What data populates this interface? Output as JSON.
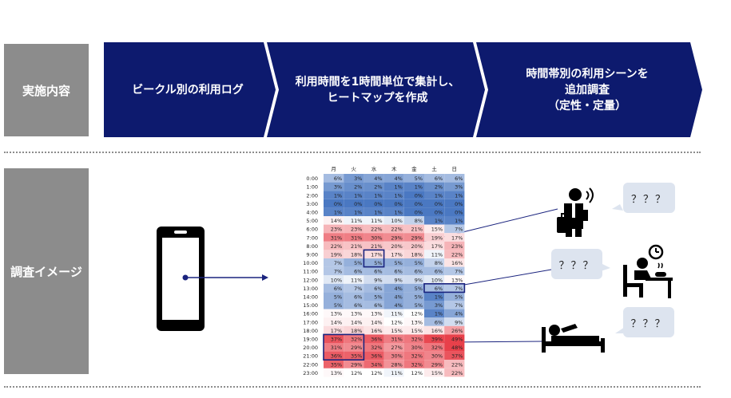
{
  "header": {
    "row_label": "実施内容",
    "steps": [
      {
        "lines": [
          "ビークル別の利用ログ"
        ]
      },
      {
        "lines": [
          "利用時間を1時間単位で集計し、",
          "ヒートマップを作成"
        ]
      },
      {
        "lines": [
          "時間帯別の利用シーンを",
          "追加調査",
          "（定性・定量）"
        ]
      }
    ],
    "color": "#0d1a6e"
  },
  "image_section": {
    "row_label": "調査イメージ",
    "bubbles": [
      "？？？",
      "？？？",
      "？？？"
    ],
    "line_color": "#1a237e"
  },
  "chart_data": {
    "type": "heatmap",
    "columns": [
      "月",
      "火",
      "水",
      "木",
      "金",
      "土",
      "日"
    ],
    "rows": [
      "0:00",
      "1:00",
      "2:00",
      "3:00",
      "4:00",
      "5:00",
      "6:00",
      "7:00",
      "8:00",
      "9:00",
      "10:00",
      "11:00",
      "12:00",
      "13:00",
      "14:00",
      "15:00",
      "16:00",
      "17:00",
      "18:00",
      "19:00",
      "20:00",
      "21:00",
      "22:00",
      "23:00"
    ],
    "values": [
      [
        6,
        3,
        4,
        4,
        5,
        6,
        6
      ],
      [
        3,
        2,
        2,
        1,
        1,
        2,
        3
      ],
      [
        1,
        1,
        1,
        1,
        0,
        1,
        1
      ],
      [
        0,
        0,
        0,
        0,
        0,
        0,
        0
      ],
      [
        1,
        1,
        1,
        1,
        0,
        0,
        0
      ],
      [
        14,
        11,
        11,
        10,
        8,
        1,
        1
      ],
      [
        23,
        23,
        22,
        22,
        21,
        15,
        7
      ],
      [
        31,
        31,
        30,
        29,
        29,
        19,
        17
      ],
      [
        22,
        21,
        21,
        20,
        20,
        17,
        23
      ],
      [
        19,
        18,
        17,
        17,
        18,
        11,
        22
      ],
      [
        7,
        5,
        5,
        5,
        5,
        8,
        16
      ],
      [
        7,
        6,
        6,
        6,
        6,
        6,
        7
      ],
      [
        10,
        11,
        9,
        9,
        9,
        10,
        13
      ],
      [
        6,
        7,
        6,
        4,
        5,
        6,
        7
      ],
      [
        5,
        6,
        5,
        4,
        5,
        1,
        5
      ],
      [
        5,
        6,
        6,
        4,
        5,
        3,
        7
      ],
      [
        13,
        13,
        13,
        11,
        12,
        1,
        4
      ],
      [
        14,
        14,
        14,
        12,
        13,
        6,
        9
      ],
      [
        17,
        18,
        16,
        15,
        15,
        16,
        26
      ],
      [
        37,
        32,
        36,
        31,
        32,
        39,
        49
      ],
      [
        31,
        29,
        32,
        27,
        30,
        32,
        48
      ],
      [
        36,
        35,
        36,
        30,
        32,
        30,
        37
      ],
      [
        35,
        29,
        34,
        28,
        32,
        29,
        22
      ],
      [
        13,
        12,
        12,
        11,
        12,
        15,
        22
      ]
    ],
    "unit": "%",
    "highlight_color": "#1a237e",
    "low_color": "#4a78c2",
    "high_color": "#e8404a"
  }
}
